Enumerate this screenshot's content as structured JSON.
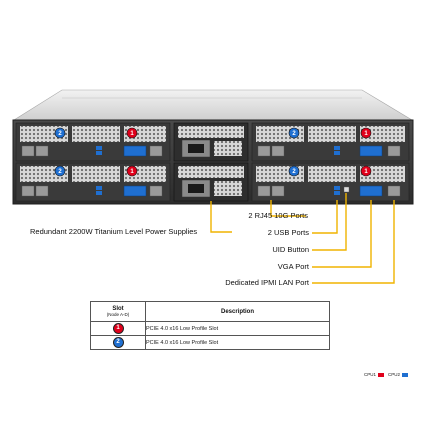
{
  "callouts": {
    "left": "Redundant 2200W Titanium Level Power Supplies",
    "right": [
      "2 RJ45 10G Ports",
      "2 USB Ports",
      "UID Button",
      "VGA Port",
      "Dedicated IPMI LAN Port"
    ]
  },
  "table": {
    "headers": {
      "slot": "Slot",
      "slot_sub": "(Node A-D)",
      "description": "Description"
    },
    "rows": [
      {
        "slot": "1",
        "description": "PCIE 4.0 x16 Low Profile Slot"
      },
      {
        "slot": "2",
        "description": "PCIE 4.0 x16 Low Profile Slot"
      }
    ]
  },
  "legend": [
    {
      "label": "CPU1",
      "color": "#e0001b"
    },
    {
      "label": "CPU2",
      "color": "#1f6fd1"
    }
  ],
  "colors": {
    "callout_line": "#f0b400",
    "cpu1": "#e0001b",
    "cpu2": "#1f6fd1"
  }
}
